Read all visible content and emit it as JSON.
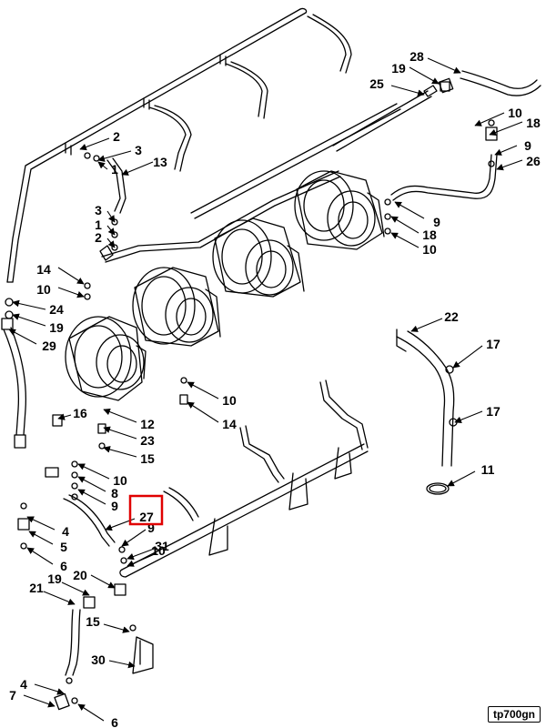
{
  "figure": {
    "reference_code": "tp700gn",
    "highlight_color": "#e00000",
    "highlighted_callout": "27",
    "callouts": [
      {
        "id": "c2a",
        "text": "2"
      },
      {
        "id": "c3a",
        "text": "3"
      },
      {
        "id": "c1a",
        "text": "1"
      },
      {
        "id": "c13",
        "text": "13"
      },
      {
        "id": "c3b",
        "text": "3"
      },
      {
        "id": "c1b",
        "text": "1"
      },
      {
        "id": "c2b",
        "text": "2"
      },
      {
        "id": "c14a",
        "text": "14"
      },
      {
        "id": "c10a",
        "text": "10"
      },
      {
        "id": "c24",
        "text": "24"
      },
      {
        "id": "c19a",
        "text": "19"
      },
      {
        "id": "c29",
        "text": "29"
      },
      {
        "id": "c28",
        "text": "28"
      },
      {
        "id": "c19b",
        "text": "19"
      },
      {
        "id": "c25",
        "text": "25"
      },
      {
        "id": "c10b",
        "text": "10"
      },
      {
        "id": "c18a",
        "text": "18"
      },
      {
        "id": "c9a",
        "text": "9"
      },
      {
        "id": "c26",
        "text": "26"
      },
      {
        "id": "c9b",
        "text": "9"
      },
      {
        "id": "c18b",
        "text": "18"
      },
      {
        "id": "c10c",
        "text": "10"
      },
      {
        "id": "c22",
        "text": "22"
      },
      {
        "id": "c17a",
        "text": "17"
      },
      {
        "id": "c17b",
        "text": "17"
      },
      {
        "id": "c11",
        "text": "11"
      },
      {
        "id": "c10d",
        "text": "10"
      },
      {
        "id": "c14b",
        "text": "14"
      },
      {
        "id": "c16",
        "text": "16"
      },
      {
        "id": "c12",
        "text": "12"
      },
      {
        "id": "c23",
        "text": "23"
      },
      {
        "id": "c15a",
        "text": "15"
      },
      {
        "id": "c10e",
        "text": "10"
      },
      {
        "id": "c8",
        "text": "8"
      },
      {
        "id": "c9c",
        "text": "9"
      },
      {
        "id": "c27",
        "text": "27"
      },
      {
        "id": "c9d",
        "text": "9"
      },
      {
        "id": "c31",
        "text": "31"
      },
      {
        "id": "c10f",
        "text": "10"
      },
      {
        "id": "c4a",
        "text": "4"
      },
      {
        "id": "c5",
        "text": "5"
      },
      {
        "id": "c6a",
        "text": "6"
      },
      {
        "id": "c21",
        "text": "21"
      },
      {
        "id": "c19c",
        "text": "19"
      },
      {
        "id": "c20",
        "text": "20"
      },
      {
        "id": "c15b",
        "text": "15"
      },
      {
        "id": "c30",
        "text": "30"
      },
      {
        "id": "c4b",
        "text": "4"
      },
      {
        "id": "c7",
        "text": "7"
      },
      {
        "id": "c6b",
        "text": "6"
      }
    ]
  }
}
